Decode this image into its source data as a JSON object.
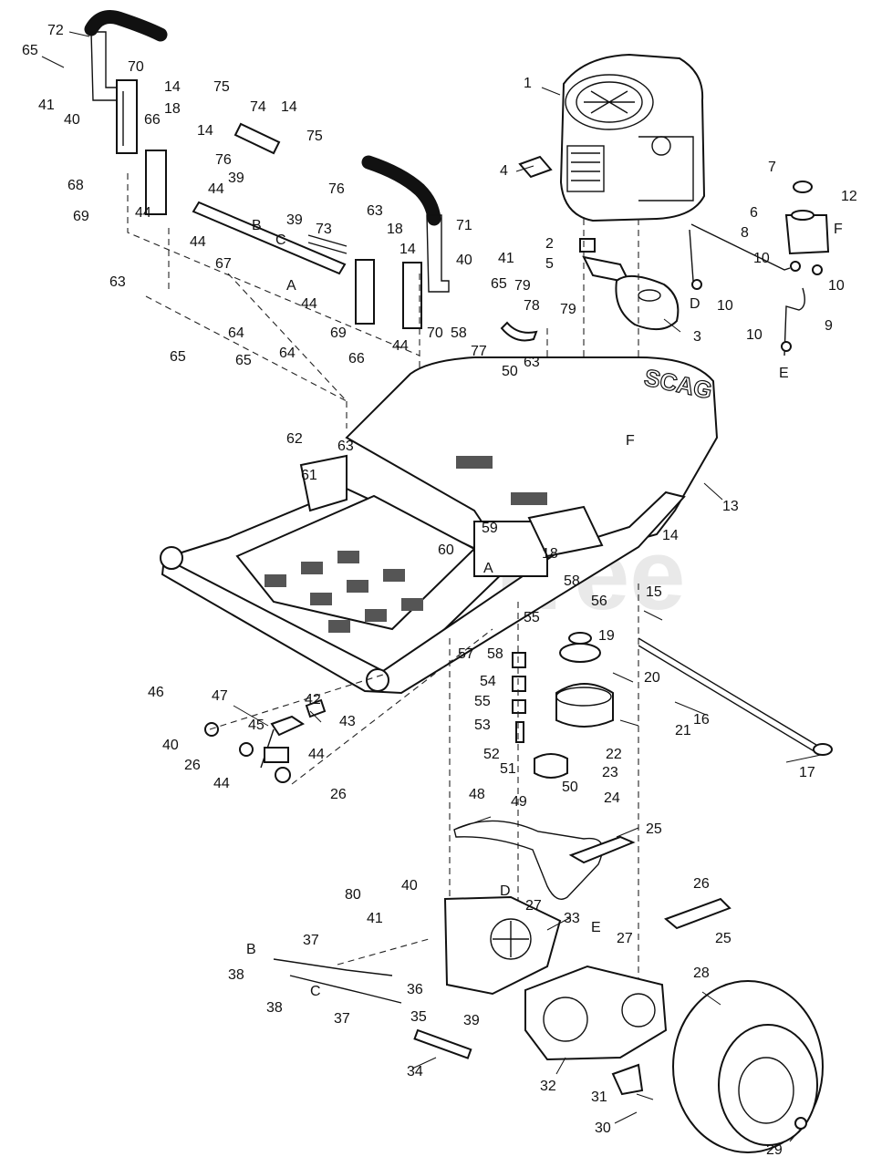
{
  "diagram": {
    "watermark": "PartsTree",
    "brand_mark": "SCAG",
    "callouts": [
      {
        "id": "c72",
        "label": "72"
      },
      {
        "id": "c70",
        "label": "70"
      },
      {
        "id": "c65a",
        "label": "65"
      },
      {
        "id": "c41a",
        "label": "41"
      },
      {
        "id": "c40a",
        "label": "40"
      },
      {
        "id": "c14a",
        "label": "14"
      },
      {
        "id": "c75a",
        "label": "75"
      },
      {
        "id": "c74",
        "label": "74"
      },
      {
        "id": "c14b",
        "label": "14"
      },
      {
        "id": "c75b",
        "label": "75"
      },
      {
        "id": "c76a",
        "label": "76"
      },
      {
        "id": "c66a",
        "label": "66"
      },
      {
        "id": "c18a",
        "label": "18"
      },
      {
        "id": "c14c",
        "label": "14"
      },
      {
        "id": "c76b",
        "label": "76"
      },
      {
        "id": "c39a",
        "label": "39"
      },
      {
        "id": "c68",
        "label": "68"
      },
      {
        "id": "c69a",
        "label": "69"
      },
      {
        "id": "c44a",
        "label": "44"
      },
      {
        "id": "c44b",
        "label": "44"
      },
      {
        "id": "c44c",
        "label": "44"
      },
      {
        "id": "cB1",
        "label": "B"
      },
      {
        "id": "c39b",
        "label": "39"
      },
      {
        "id": "c73",
        "label": "73"
      },
      {
        "id": "c63a",
        "label": "63"
      },
      {
        "id": "cC1",
        "label": "C"
      },
      {
        "id": "c67",
        "label": "67"
      },
      {
        "id": "c18b",
        "label": "18"
      },
      {
        "id": "c14d",
        "label": "14"
      },
      {
        "id": "c71",
        "label": "71"
      },
      {
        "id": "c40b",
        "label": "40"
      },
      {
        "id": "c41b",
        "label": "41"
      },
      {
        "id": "c65b",
        "label": "65"
      },
      {
        "id": "c79a",
        "label": "79"
      },
      {
        "id": "c78",
        "label": "78"
      },
      {
        "id": "c79b",
        "label": "79"
      },
      {
        "id": "cA1",
        "label": "A"
      },
      {
        "id": "c44d",
        "label": "44"
      },
      {
        "id": "c69b",
        "label": "69"
      },
      {
        "id": "c66b",
        "label": "66"
      },
      {
        "id": "c44e",
        "label": "44"
      },
      {
        "id": "c70b",
        "label": "70"
      },
      {
        "id": "c58a",
        "label": "58"
      },
      {
        "id": "c77",
        "label": "77"
      },
      {
        "id": "c50a",
        "label": "50"
      },
      {
        "id": "c63b",
        "label": "63"
      },
      {
        "id": "c63c",
        "label": "63"
      },
      {
        "id": "c64a",
        "label": "64"
      },
      {
        "id": "c65c",
        "label": "65"
      },
      {
        "id": "c64b",
        "label": "64"
      },
      {
        "id": "c65d",
        "label": "65"
      },
      {
        "id": "c1",
        "label": "1"
      },
      {
        "id": "c4",
        "label": "4"
      },
      {
        "id": "c2",
        "label": "2"
      },
      {
        "id": "c5",
        "label": "5"
      },
      {
        "id": "c3",
        "label": "3"
      },
      {
        "id": "c7",
        "label": "7"
      },
      {
        "id": "c12",
        "label": "12"
      },
      {
        "id": "c6",
        "label": "6"
      },
      {
        "id": "cF1",
        "label": "F"
      },
      {
        "id": "c8",
        "label": "8"
      },
      {
        "id": "c10a",
        "label": "10"
      },
      {
        "id": "c10b",
        "label": "10"
      },
      {
        "id": "cD1",
        "label": "D"
      },
      {
        "id": "c10c",
        "label": "10"
      },
      {
        "id": "c9",
        "label": "9"
      },
      {
        "id": "c10d",
        "label": "10"
      },
      {
        "id": "cE1",
        "label": "E"
      },
      {
        "id": "c62",
        "label": "62"
      },
      {
        "id": "c63d",
        "label": "63"
      },
      {
        "id": "cF2",
        "label": "F"
      },
      {
        "id": "c61",
        "label": "61"
      },
      {
        "id": "c13",
        "label": "13"
      },
      {
        "id": "c14e",
        "label": "14"
      },
      {
        "id": "c59",
        "label": "59"
      },
      {
        "id": "c60",
        "label": "60"
      },
      {
        "id": "cA2",
        "label": "A"
      },
      {
        "id": "c18c",
        "label": "18"
      },
      {
        "id": "c58b",
        "label": "58"
      },
      {
        "id": "c15",
        "label": "15"
      },
      {
        "id": "c56",
        "label": "56"
      },
      {
        "id": "c55a",
        "label": "55"
      },
      {
        "id": "c19",
        "label": "19"
      },
      {
        "id": "c57",
        "label": "57"
      },
      {
        "id": "c58c",
        "label": "58"
      },
      {
        "id": "c20",
        "label": "20"
      },
      {
        "id": "c54",
        "label": "54"
      },
      {
        "id": "c55b",
        "label": "55"
      },
      {
        "id": "c16",
        "label": "16"
      },
      {
        "id": "c53",
        "label": "53"
      },
      {
        "id": "c21",
        "label": "21"
      },
      {
        "id": "c46",
        "label": "46"
      },
      {
        "id": "c47",
        "label": "47"
      },
      {
        "id": "c42",
        "label": "42"
      },
      {
        "id": "c43",
        "label": "43"
      },
      {
        "id": "c40c",
        "label": "40"
      },
      {
        "id": "c45",
        "label": "45"
      },
      {
        "id": "c26a",
        "label": "26"
      },
      {
        "id": "c44f",
        "label": "44"
      },
      {
        "id": "c44g",
        "label": "44"
      },
      {
        "id": "c52",
        "label": "52"
      },
      {
        "id": "c51",
        "label": "51"
      },
      {
        "id": "c22",
        "label": "22"
      },
      {
        "id": "c23",
        "label": "23"
      },
      {
        "id": "c17",
        "label": "17"
      },
      {
        "id": "c26b",
        "label": "26"
      },
      {
        "id": "c49",
        "label": "49"
      },
      {
        "id": "c50b",
        "label": "50"
      },
      {
        "id": "c24",
        "label": "24"
      },
      {
        "id": "c48",
        "label": "48"
      },
      {
        "id": "c25a",
        "label": "25"
      },
      {
        "id": "c80",
        "label": "80"
      },
      {
        "id": "c40d",
        "label": "40"
      },
      {
        "id": "cD2",
        "label": "D"
      },
      {
        "id": "c41c",
        "label": "41"
      },
      {
        "id": "c27a",
        "label": "27"
      },
      {
        "id": "c26c",
        "label": "26"
      },
      {
        "id": "c33",
        "label": "33"
      },
      {
        "id": "c25b",
        "label": "25"
      },
      {
        "id": "cE2",
        "label": "E"
      },
      {
        "id": "c27b",
        "label": "27"
      },
      {
        "id": "c37a",
        "label": "37"
      },
      {
        "id": "cB2",
        "label": "B"
      },
      {
        "id": "c38a",
        "label": "38"
      },
      {
        "id": "c28",
        "label": "28"
      },
      {
        "id": "c38b",
        "label": "38"
      },
      {
        "id": "cC2",
        "label": "C"
      },
      {
        "id": "c36",
        "label": "36"
      },
      {
        "id": "c39c",
        "label": "39"
      },
      {
        "id": "c37b",
        "label": "37"
      },
      {
        "id": "c35",
        "label": "35"
      },
      {
        "id": "c34",
        "label": "34"
      },
      {
        "id": "c32",
        "label": "32"
      },
      {
        "id": "c31",
        "label": "31"
      },
      {
        "id": "c30",
        "label": "30"
      },
      {
        "id": "c29",
        "label": "29"
      }
    ]
  }
}
